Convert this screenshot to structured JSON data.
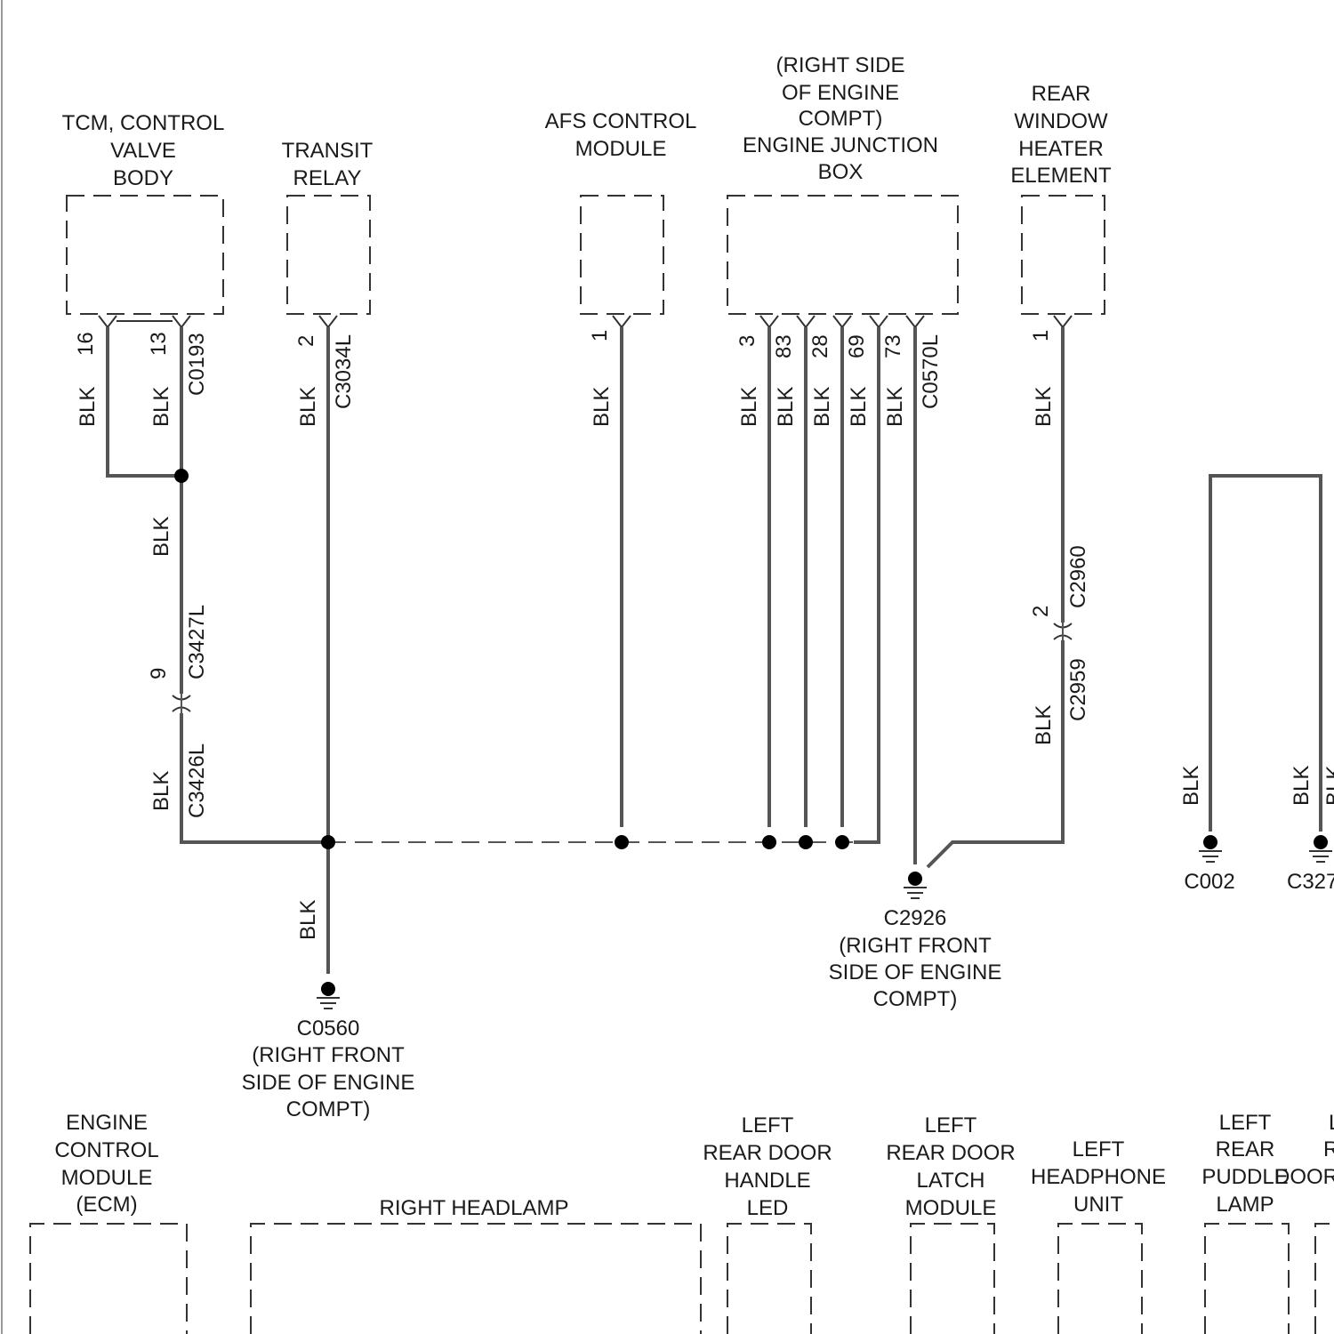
{
  "components": {
    "tcm": [
      "TCM, CONTROL",
      "VALVE",
      "BODY"
    ],
    "transit_relay": [
      "TRANSIT",
      "RELAY"
    ],
    "afs": [
      "AFS CONTROL",
      "MODULE"
    ],
    "ejb": [
      "(RIGHT SIDE",
      "OF ENGINE",
      "COMPT)",
      "ENGINE JUNCTION",
      "BOX"
    ],
    "rear_window": [
      "REAR",
      "WINDOW",
      "HEATER",
      "ELEMENT"
    ]
  },
  "pins": {
    "tcm_16": "16",
    "tcm_13": "13",
    "relay_2": "2",
    "afs_1": "1",
    "ejb_3": "3",
    "ejb_83": "83",
    "ejb_28": "28",
    "ejb_69": "69",
    "ejb_73": "73",
    "rear_1": "1",
    "c3427_9": "9",
    "c2960_2": "2"
  },
  "connectors": {
    "c0193": "C0193",
    "c3034l": "C3034L",
    "c0570l": "C0570L",
    "c3427l": "C3427L",
    "c3426l": "C3426L",
    "c2960": "C2960",
    "c2959": "C2959"
  },
  "wire_color": "BLK",
  "grounds": {
    "c0560": [
      "C0560",
      "(RIGHT FRONT",
      "SIDE OF ENGINE",
      "COMPT)"
    ],
    "c2926": [
      "C2926",
      "(RIGHT FRONT",
      "SIDE OF ENGINE",
      "COMPT)"
    ],
    "c002": "C002",
    "c327": "C327"
  },
  "bottom_components": {
    "ecm": [
      "ENGINE",
      "CONTROL",
      "MODULE",
      "(ECM)"
    ],
    "headlamp": "RIGHT HEADLAMP",
    "lr_door_handle": [
      "LEFT",
      "REAR DOOR",
      "HANDLE",
      "LED"
    ],
    "lr_door_latch": [
      "LEFT",
      "REAR DOOR",
      "LATCH",
      "MODULE"
    ],
    "headphone": [
      "LEFT",
      "HEADPHONE",
      "UNIT"
    ],
    "puddle": [
      "LEFT",
      "REAR",
      "PUDDLE",
      "LAMP"
    ],
    "cut_off": [
      "L",
      "R",
      "DOOR"
    ]
  }
}
